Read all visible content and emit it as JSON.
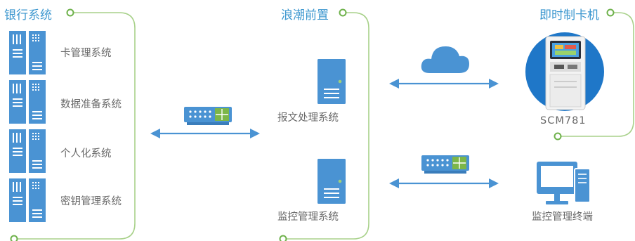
{
  "colors": {
    "accent": "#3c97cf",
    "line": "#8fc26b",
    "text": "#6a6a6a",
    "server": "#4a93d3",
    "switch_green": "#7cb648"
  },
  "sections": {
    "bank": {
      "title": "银行系统",
      "systems": [
        {
          "label": "卡管理系统",
          "icon": "server-rack-icon"
        },
        {
          "label": "数据准备系统",
          "icon": "server-rack-icon"
        },
        {
          "label": "个人化系统",
          "icon": "server-rack-icon"
        },
        {
          "label": "密钥管理系统",
          "icon": "server-rack-icon"
        }
      ]
    },
    "langchao": {
      "title": "浪潮前置",
      "servers": [
        {
          "label": "报文处理系统",
          "icon": "tower-server-icon"
        },
        {
          "label": "监控管理系统",
          "icon": "tower-server-icon"
        }
      ]
    },
    "kiosk": {
      "title": "即时制卡机",
      "device_label": "SCM781",
      "terminal_label": "监控管理终端",
      "icons": [
        "card-kiosk-icon",
        "desktop-computer-icon",
        "cloud-icon",
        "network-switch-icon"
      ]
    }
  }
}
